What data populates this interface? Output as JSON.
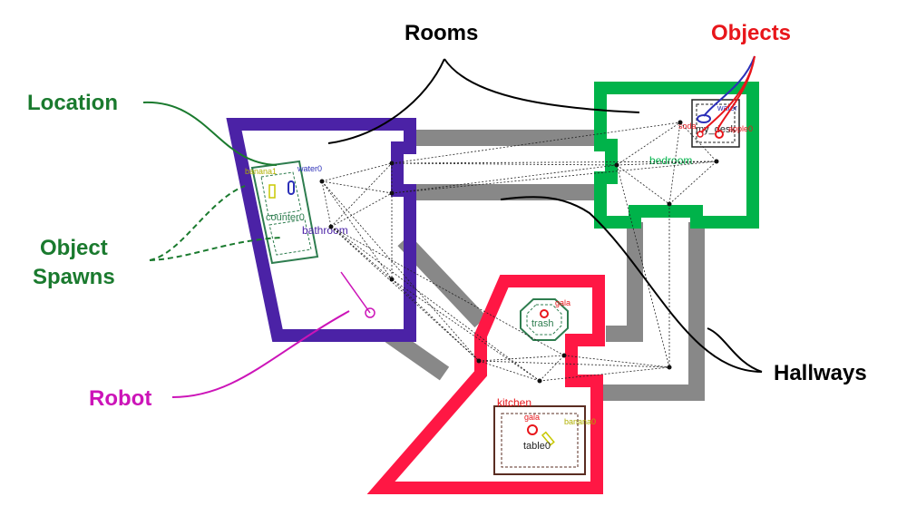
{
  "callouts": {
    "rooms": "Rooms",
    "objects": "Objects",
    "location": "Location",
    "object_spawns_line1": "Object",
    "object_spawns_line2": "Spawns",
    "robot": "Robot",
    "hallways": "Hallways"
  },
  "rooms": {
    "bathroom": "bathroom",
    "bedroom": "bedroom",
    "kitchen": "kitchen"
  },
  "locations": {
    "counter": "counter0",
    "desk": "my_desk",
    "trash": "trash",
    "table": "table0"
  },
  "objects": {
    "banana_bath": "banana1",
    "water_bath": "water0",
    "water_bed": "water",
    "soda_bed": "soda",
    "apple_bed": "apple0",
    "gala_trash": "gala",
    "gala_table": "gala",
    "banana_table": "banana0"
  },
  "colors": {
    "bathroom": "#4b22a6",
    "bedroom": "#00b34a",
    "kitchen": "#ff1744",
    "hallway": "#888888",
    "callout_green": "#1a7a2e",
    "callout_red": "#e8161b",
    "callout_magenta": "#cc14b8",
    "location_green": "#2e7d4f",
    "table_brown": "#5a2d22"
  }
}
